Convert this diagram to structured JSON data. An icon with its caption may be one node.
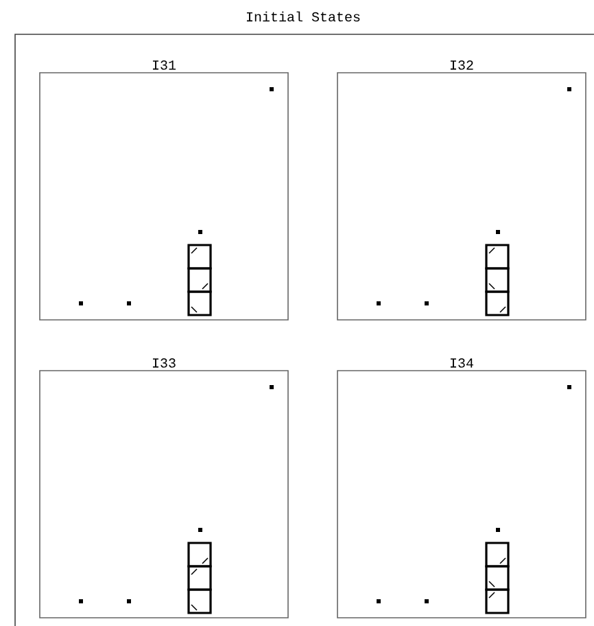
{
  "diagram": {
    "nodes": [
      {
        "text": [
          "Initial States"
        ]
      },
      {
        "text": [
          "I31"
        ],
        "in": 0
      },
      {
        "text": [
          "I32"
        ],
        "in": 0
      },
      {
        "text": [
          "I33"
        ],
        "in": 0
      },
      {
        "text": [
          "I34"
        ],
        "in": 0
      }
    ]
  }
}
